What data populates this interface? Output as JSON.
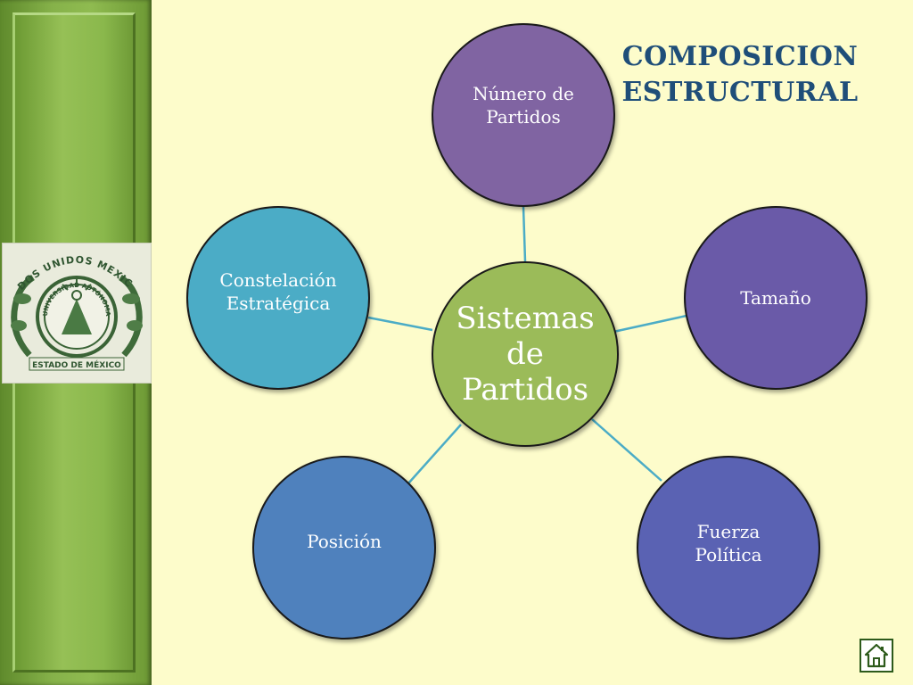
{
  "title": {
    "line1": "COMPOSICION",
    "line2": "ESTRUCTURAL"
  },
  "diagram": {
    "center": {
      "lines": [
        "Sistemas",
        "de",
        "Partidos"
      ],
      "color": "#9bbb59"
    },
    "nodes": [
      {
        "id": "numero-de-partidos",
        "lines": [
          "Número de",
          "Partidos"
        ],
        "color": "#8064a2"
      },
      {
        "id": "tamano",
        "lines": [
          "Tamaño"
        ],
        "color": "#6a5aa8"
      },
      {
        "id": "fuerza-politica",
        "lines": [
          "Fuerza",
          "Política"
        ],
        "color": "#5a62b3"
      },
      {
        "id": "posicion",
        "lines": [
          "Posición"
        ],
        "color": "#4f81bd"
      },
      {
        "id": "constelacion-estrategica",
        "lines": [
          "Constelación",
          "Estratégica"
        ],
        "color": "#4bacc6"
      }
    ],
    "connector_color": "#4bacc6"
  },
  "seal": {
    "top_text": "ESTADOS UNIDOS MEXICANOS",
    "ring_text": "UNIVERSIDAD AUTÓNOMA",
    "bottom_text": "ESTADO DE MÉXICO"
  },
  "colors": {
    "background": "#fdfccb",
    "sidebar": "#8fbb50",
    "title": "#1f4e79"
  },
  "icons": {
    "home": "home-icon"
  }
}
